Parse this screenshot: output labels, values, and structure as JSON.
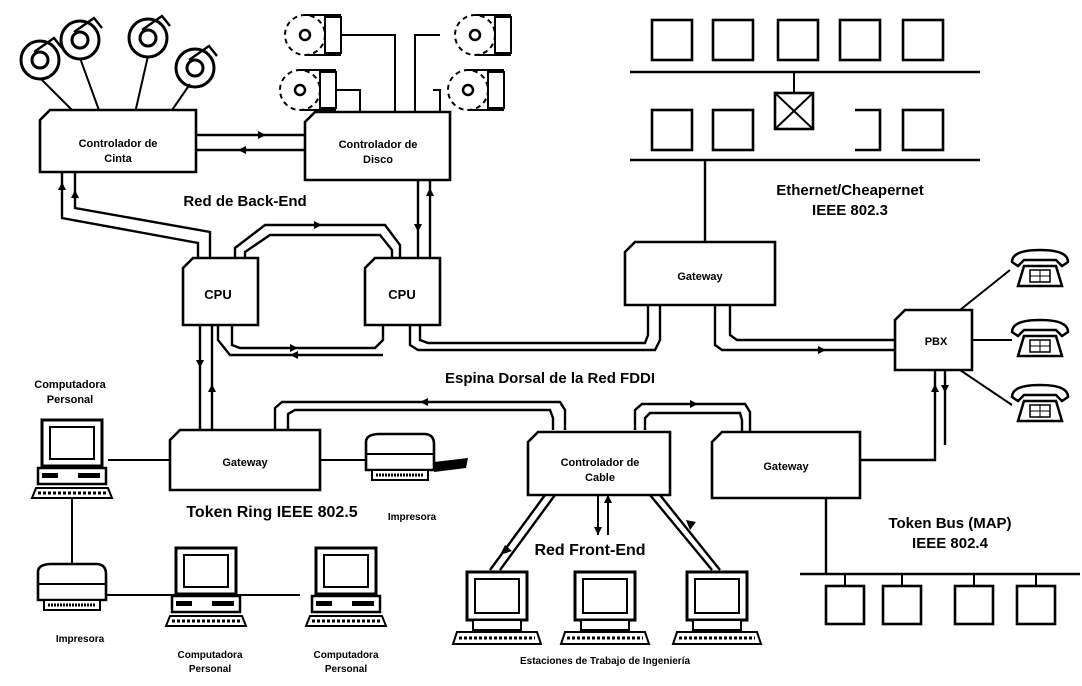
{
  "diagram": {
    "nodes": {
      "tape_controller": [
        "Controlador de",
        "Cinta"
      ],
      "disk_controller": [
        "Controlador de",
        "Disco"
      ],
      "cpu_left": "CPU",
      "cpu_right": "CPU",
      "gateway_ethernet": "Gateway",
      "gateway_token_ring": "Gateway",
      "gateway_token_bus": "Gateway",
      "pbx": "PBX",
      "cable_controller": [
        "Controlador de",
        "Cable"
      ]
    },
    "labels": {
      "backend": "Red de Back-End",
      "ethernet": [
        "Ethernet/Cheapernet",
        "IEEE 802.3"
      ],
      "fddi": "Espina Dorsal de la Red FDDI",
      "token_ring": "Token Ring IEEE 802.5",
      "frontend": "Red Front-End",
      "token_bus": [
        "Token Bus (MAP)",
        "IEEE 802.4"
      ],
      "pc_top": [
        "Computadora",
        "Personal"
      ],
      "printer_right": "Impresora",
      "printer_left": "Impresora",
      "pc_bottom_1": [
        "Computadora",
        "Personal"
      ],
      "pc_bottom_2": [
        "Computadora",
        "Personal"
      ],
      "workstations": "Estaciones de Trabajo de Ingeniería"
    }
  }
}
